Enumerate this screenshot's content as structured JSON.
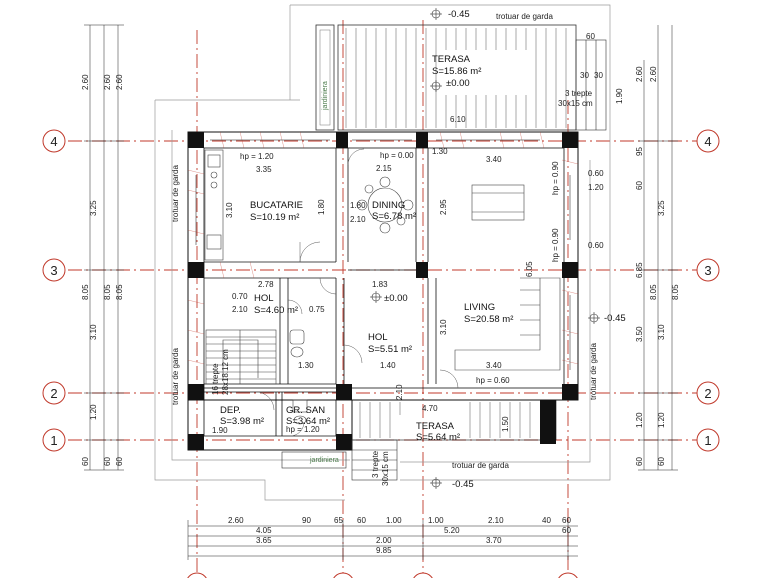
{
  "axes": {
    "horizontal": [
      "4",
      "3",
      "2",
      "1"
    ],
    "vertical_partial": [
      "",
      "",
      "",
      ""
    ]
  },
  "rooms": [
    {
      "name": "BUCATARIE",
      "area": "S=10.19 m²"
    },
    {
      "name": "DINING",
      "area": "S=6.78 m²"
    },
    {
      "name": "HOL",
      "area": "S=4.60 m²"
    },
    {
      "name": "HOL",
      "area": "S=5.51 m²"
    },
    {
      "name": "LIVING",
      "area": "S=20.58 m²"
    },
    {
      "name": "DEP.",
      "area": "S=3.98 m²"
    },
    {
      "name": "GR. SAN",
      "area": "S=3.64 m²"
    },
    {
      "name": "TERASA",
      "area": "S=15.86 m²"
    },
    {
      "name": "TERASA",
      "area": "S=5.64 m²"
    }
  ],
  "levels": {
    "top_ext": "-0.45",
    "terrace_top": "±0.00",
    "hall": "±0.00",
    "right_ext": "-0.45",
    "bottom_ext": "-0.45"
  },
  "labels": {
    "trotuar_top": "trotuar de garda",
    "trotuar_left_1": "trotuar de garda",
    "trotuar_left_2": "trotuar de garda",
    "trotuar_right": "trotuar de garda",
    "trotuar_bottom": "trotuar de garda",
    "jardiniera_top": "jardiniera",
    "jardiniera_bottom": "jardiniera",
    "trepte_top": "3 trepte",
    "trepte_top_size": "30x15 cm",
    "trepte_bottom": "3 trepte",
    "trepte_bottom_size": "30x15 cm",
    "stair": "16 trepte",
    "stair_size": "28x18.12 cm",
    "hp_kitchen": "hp = 1.20",
    "hp_dining": "hp = 0.00",
    "hp_living": "hp = 0.60",
    "hp_bath": "hp = 1.20",
    "hp_right": "hp = 0.90",
    "hp_right2": "hp = 0.90",
    "hp_dining2": "1.80",
    "hp_dining3": "2.10"
  },
  "dims_left_outer": [
    "2.60",
    "3.25",
    "8.05",
    "3.10",
    "1.20",
    "60"
  ],
  "dims_left_mid": [
    "2.60",
    "8.05",
    "60"
  ],
  "dims_left_inner": [
    "2.60",
    "8.05",
    "60"
  ],
  "dims_right_outer": [
    "2.60",
    "3.25",
    "8.05",
    "3.10",
    "1.20",
    "60"
  ],
  "dims_right_mid": [
    "2.60",
    "8.05",
    "1.20",
    "60"
  ],
  "dims_right_inner": [
    "95",
    "6.85",
    "3.50",
    "60"
  ],
  "dims_bottom_row1": [
    "2.60",
    "90",
    "65",
    "60",
    "1.00",
    "1.00",
    "2.10",
    "40",
    "60"
  ],
  "dims_bottom_row2": [
    "4.05",
    "5.20",
    "60"
  ],
  "dims_bottom_row3": [
    "3.65",
    "2.00",
    "3.70"
  ],
  "dims_bottom_row4": [
    "9.85"
  ],
  "dims_top_terrace": [
    "6.10",
    "60",
    "30",
    "30",
    "1.90"
  ],
  "dims_interior": {
    "k_w": "3.35",
    "k_h": "3.10",
    "d_h": "2.95",
    "l_w1": "3.40",
    "l_w2": "3.40",
    "h_w": "2.78",
    "h_w2": "1.83",
    "hol2_h": "3.10",
    "liv_h": "6.05",
    "w1": "1.30",
    "w2": "1.40",
    "w3": "2.10",
    "w4": "0.70",
    "w5": "0.75",
    "w6": "1.90",
    "w7": "1.50",
    "w8": "4.70",
    "w9": "2.15",
    "w10": "1.80",
    "w11": "2.10",
    "w12": "1.20",
    "w13": "0.60",
    "w14": "0.60"
  }
}
